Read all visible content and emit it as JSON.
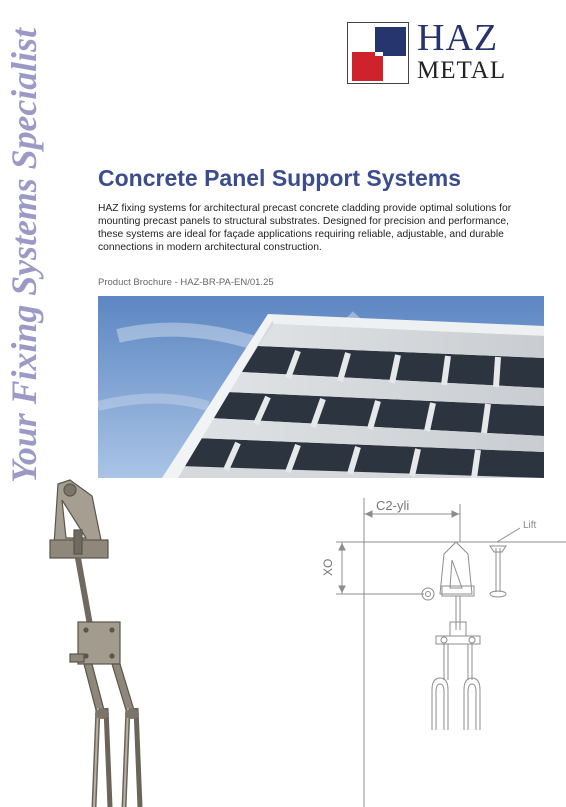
{
  "slogan": "Your Fixing Systems Specialist",
  "logo": {
    "word1": "HAZ",
    "word2": "METAL"
  },
  "title": "Concrete Panel Support Systems",
  "intro": "HAZ fixing systems for architectural precast concrete cladding provide optimal solutions for mounting precast panels to structural substrates. Designed for precision and performance, these systems are ideal for façade applications requiring reliable, adjustable, and durable connections in modern architectural construction.",
  "subtitle": "Product Brochure - HAZ-BR-PA-EN/01.25",
  "drawing": {
    "dim_horizontal": "C2-yli",
    "dim_vertical": "XO",
    "callout": "Lift"
  },
  "colors": {
    "brand_blue": "#27356f",
    "brand_red": "#d0222d",
    "title_blue": "#3b4d8c",
    "slogan": "#9b9ac7"
  }
}
